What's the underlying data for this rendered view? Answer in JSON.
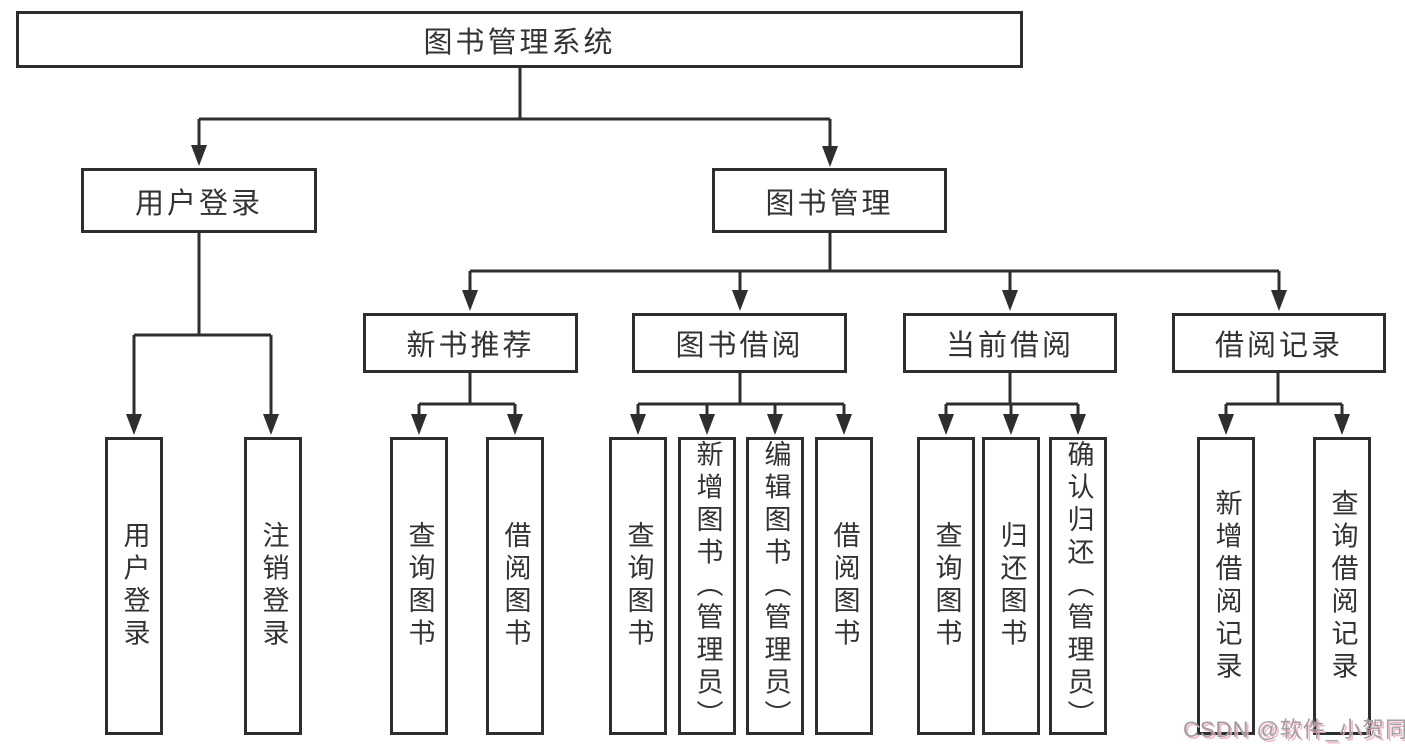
{
  "diagram": {
    "root": {
      "label": "图书管理系统"
    },
    "branches": [
      {
        "label": "用户登录",
        "children": [
          {
            "label": "用户登录"
          },
          {
            "label": "注销登录"
          }
        ]
      },
      {
        "label": "图书管理",
        "children": [
          {
            "label": "新书推荐",
            "children": [
              {
                "label": "查询图书"
              },
              {
                "label": "借阅图书"
              }
            ]
          },
          {
            "label": "图书借阅",
            "children": [
              {
                "label": "查询图书"
              },
              {
                "label": "新增图书（管理员）"
              },
              {
                "label": "编辑图书（管理员）"
              },
              {
                "label": "借阅图书"
              }
            ]
          },
          {
            "label": "当前借阅",
            "children": [
              {
                "label": "查询图书"
              },
              {
                "label": "归还图书"
              },
              {
                "label": "确认归还（管理员）"
              }
            ]
          },
          {
            "label": "借阅记录",
            "children": [
              {
                "label": "新增借阅记录"
              },
              {
                "label": "查询借阅记录"
              }
            ]
          }
        ]
      }
    ]
  },
  "watermark": {
    "text": "CSDN @软件_小贺同学"
  },
  "colors": {
    "line": "#2e2e2e",
    "text": "#333333",
    "watermark_gray": "#9fa0a4",
    "watermark_pink": "#f6aab7"
  }
}
